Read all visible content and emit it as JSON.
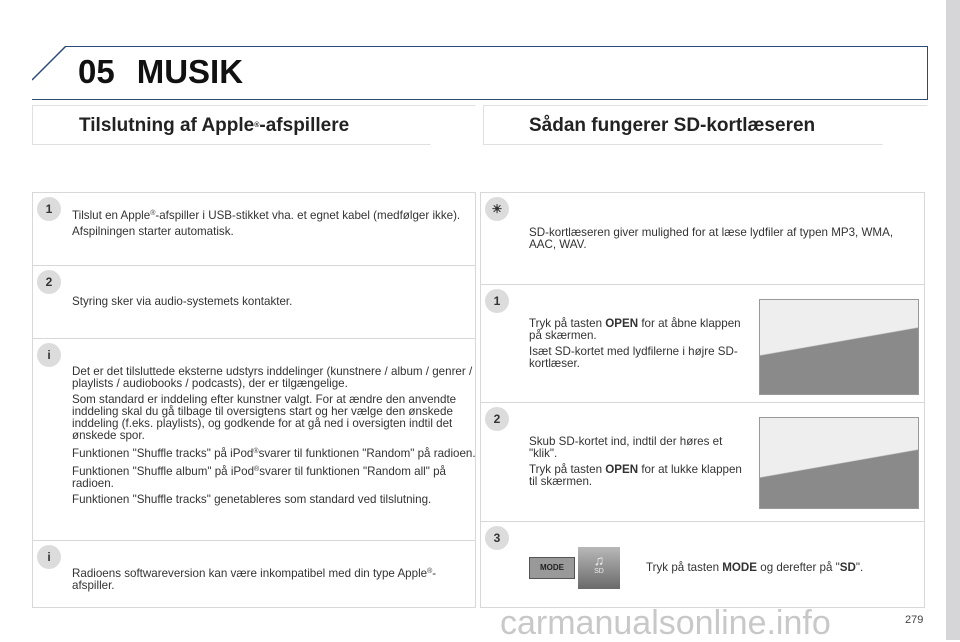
{
  "chapter": {
    "number": "05",
    "title": "MUSIK"
  },
  "left": {
    "title": "Tilslutning af Apple",
    "title_sup": "®",
    "title_suffix": "-afspillere",
    "steps": [
      {
        "badge": "1",
        "lines": [
          "Tilslut en Apple® -afspiller i USB-stikket vha. et egnet kabel (medfølger ikke).",
          "Afspilningen starter automatisk."
        ]
      },
      {
        "badge": "2",
        "lines": [
          "Styring sker via audio-systemets kontakter."
        ]
      },
      {
        "badge": "i",
        "lines": [
          "Det er det tilsluttede eksterne udstyrs inddelinger (kunstnere / album / genrer / playlists / audiobooks / podcasts), der er tilgængelige.",
          "Som standard er inddeling efter kunstner valgt. For at ændre den anvendte inddeling skal du gå tilbage til oversigtens start og her vælge den ønskede inddeling (f.eks. playlists), og godkende for at gå ned i oversigten indtil det ønskede spor.",
          "Funktionen \"Shuffle tracks\" på iPod® svarer til funktionen \"Random\" på radioen.",
          "Funktionen \"Shuffle album\" på iPod® svarer til funktionen \"Random all\" på radioen.",
          "Funktionen \"Shuffle tracks\" genetableres som standard ved tilslutning."
        ]
      },
      {
        "badge": "i",
        "lines": [
          "Radioens softwareversion kan være inkompatibel med din type Apple® -afspiller."
        ]
      }
    ]
  },
  "right": {
    "title": "Sådan fungerer SD-kortlæseren",
    "steps": [
      {
        "badge": "☀",
        "lines": [
          "SD-kortlæseren giver mulighed for at læse lydfiler af typen MP3, WMA, AAC, WAV."
        ]
      },
      {
        "badge": "1",
        "lines": [
          "Tryk på tasten OPEN for at åbne klappen på skærmen.",
          "Isæt SD-kortet med lydfilerne i højre SD-kortlæser."
        ]
      },
      {
        "badge": "2",
        "lines": [
          "Skub SD-kortet ind, indtil der høres et \"klik\".",
          "Tryk på tasten OPEN for at lukke klappen til skærmen."
        ]
      },
      {
        "badge": "3",
        "lines": [
          "Tryk på tasten MODE og derefter på \"SD\"."
        ],
        "mode_label": "MODE",
        "sd_label": "SD"
      }
    ]
  },
  "page_number": "279",
  "watermark": "carmanualsonline.info"
}
